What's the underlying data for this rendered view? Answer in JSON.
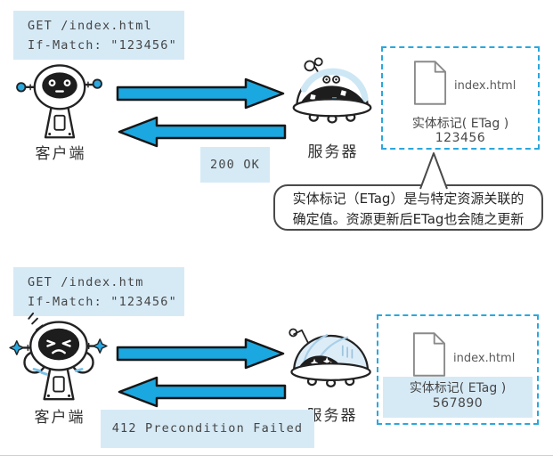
{
  "colors": {
    "arrow_blue": "#1ba7e0",
    "light_blue_bg": "#d6eaf6",
    "dashed_border": "#2aa7de",
    "robot_accent": "#2aa8e0"
  },
  "icons": {
    "client": "robot-client-icon",
    "client_error": "robot-client-distressed-icon",
    "server": "robot-server-ufo-icon",
    "server_error": "robot-server-sad-icon",
    "document": "document-icon",
    "arrows": "request-response-arrows"
  },
  "top": {
    "request": {
      "line1": "GET /index.html",
      "line2": "If-Match: \"123456\""
    },
    "client_label": "客户端",
    "server_label": "服务器",
    "response": "200 OK",
    "resource": {
      "filename": "index.html",
      "etag_label": "实体标记( ETag )",
      "etag_value": "123456"
    },
    "note": {
      "line1": "实体标记（ETag）是与特定资源关联的",
      "line2": "确定值。资源更新后ETag也会随之更新"
    }
  },
  "bottom": {
    "request": {
      "line1": "GET /index.htm",
      "line2": "If-Match: \"123456\""
    },
    "client_label": "客户端",
    "server_label": "服务器",
    "response": "412 Precondition Failed",
    "resource": {
      "filename": "index.html",
      "etag_label": "实体标记( ETag )",
      "etag_value": "567890"
    }
  }
}
